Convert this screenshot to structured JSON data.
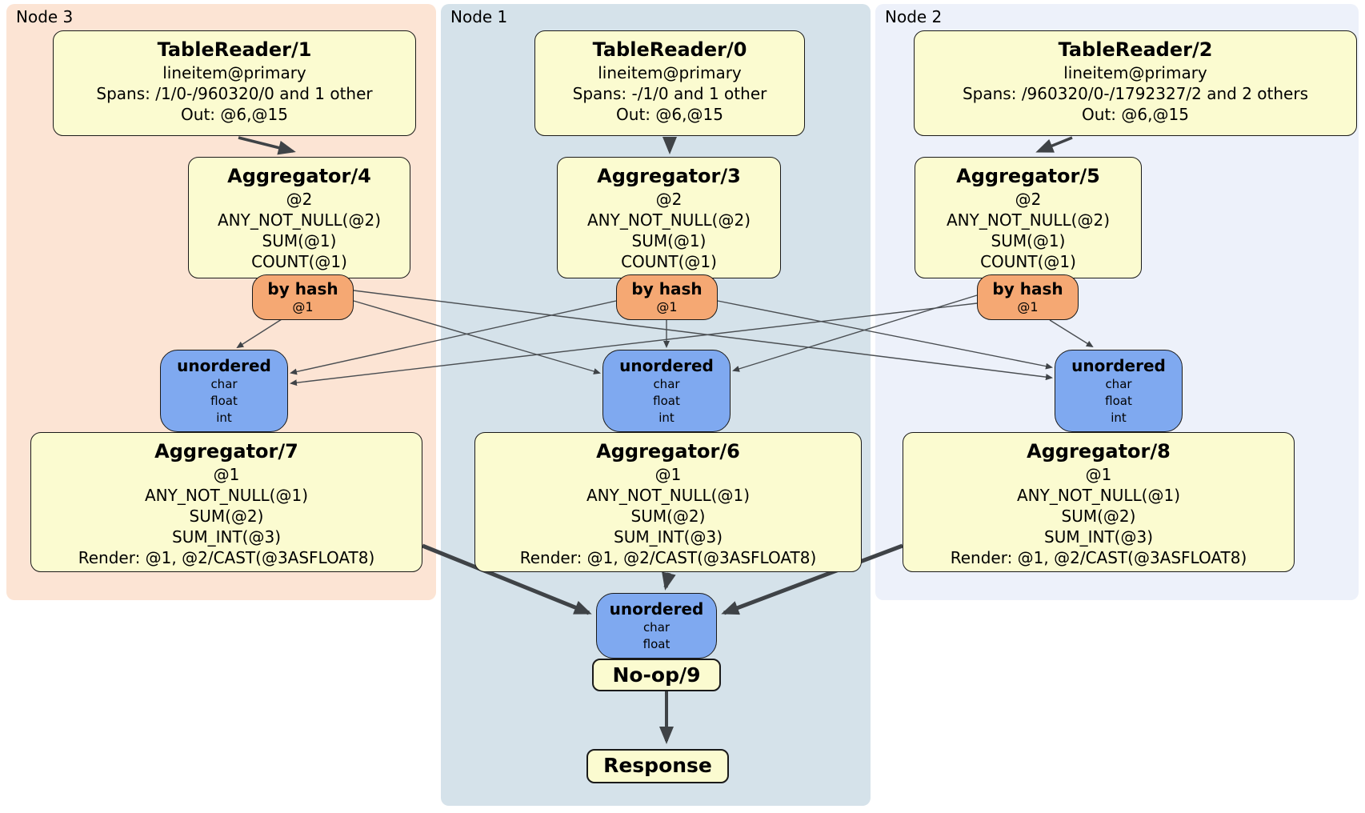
{
  "diagram": {
    "nodes": [
      {
        "label": "Node 3",
        "table_reader": {
          "title": "TableReader/1",
          "lines": [
            "lineitem@primary",
            "Spans: /1/0-/960320/0 and 1 other",
            "Out: @6,@15"
          ]
        },
        "aggregator": {
          "title": "Aggregator/4",
          "lines": [
            "@2",
            "ANY_NOT_NULL(@2)",
            "SUM(@1)",
            "COUNT(@1)"
          ]
        },
        "router": {
          "title": "by hash",
          "subtitle": "@1"
        },
        "sync": {
          "title": "unordered",
          "lines": [
            "char",
            "float",
            "int"
          ]
        },
        "final_aggregator": {
          "title": "Aggregator/7",
          "lines": [
            "@1",
            "ANY_NOT_NULL(@1)",
            "SUM(@2)",
            "SUM_INT(@3)",
            "Render: @1, @2/CAST(@3ASFLOAT8)"
          ]
        }
      },
      {
        "label": "Node 1",
        "table_reader": {
          "title": "TableReader/0",
          "lines": [
            "lineitem@primary",
            "Spans: -/1/0 and 1 other",
            "Out: @6,@15"
          ]
        },
        "aggregator": {
          "title": "Aggregator/3",
          "lines": [
            "@2",
            "ANY_NOT_NULL(@2)",
            "SUM(@1)",
            "COUNT(@1)"
          ]
        },
        "router": {
          "title": "by hash",
          "subtitle": "@1"
        },
        "sync": {
          "title": "unordered",
          "lines": [
            "char",
            "float",
            "int"
          ]
        },
        "final_aggregator": {
          "title": "Aggregator/6",
          "lines": [
            "@1",
            "ANY_NOT_NULL(@1)",
            "SUM(@2)",
            "SUM_INT(@3)",
            "Render: @1, @2/CAST(@3ASFLOAT8)"
          ]
        }
      },
      {
        "label": "Node 2",
        "table_reader": {
          "title": "TableReader/2",
          "lines": [
            "lineitem@primary",
            "Spans: /960320/0-/1792327/2 and 2 others",
            "Out: @6,@15"
          ]
        },
        "aggregator": {
          "title": "Aggregator/5",
          "lines": [
            "@2",
            "ANY_NOT_NULL(@2)",
            "SUM(@1)",
            "COUNT(@1)"
          ]
        },
        "router": {
          "title": "by hash",
          "subtitle": "@1"
        },
        "sync": {
          "title": "unordered",
          "lines": [
            "char",
            "float",
            "int"
          ]
        },
        "final_aggregator": {
          "title": "Aggregator/8",
          "lines": [
            "@1",
            "ANY_NOT_NULL(@1)",
            "SUM(@2)",
            "SUM_INT(@3)",
            "Render: @1, @2/CAST(@3ASFLOAT8)"
          ]
        }
      }
    ],
    "output": {
      "sync": {
        "title": "unordered",
        "lines": [
          "char",
          "float"
        ]
      },
      "noop_title": "No-op/9",
      "response_title": "Response"
    },
    "colors": {
      "node3_band": "#fce4d4",
      "node1_band": "#d5e2ea",
      "node2_band": "#edf1fa",
      "processor_fill": "#fbfbd0",
      "router_fill": "#f5a873",
      "sync_fill": "#7fa9f0",
      "edge": "#3f4347"
    }
  }
}
